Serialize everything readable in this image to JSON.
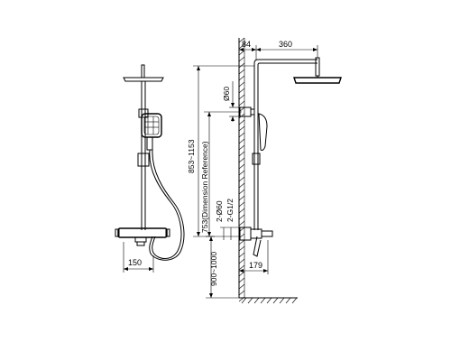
{
  "dimensions": {
    "wall_offset": "84",
    "head_reach": "360",
    "pipe_diameter": "Ø60",
    "overall_height": "853~1153",
    "reference_height": "753(Dimension Reference)",
    "outlet_diameter": "2-Ø60",
    "thread_size": "2-G1/2",
    "mount_height": "900~1000",
    "spout_reach": "179",
    "side_width": "150"
  }
}
